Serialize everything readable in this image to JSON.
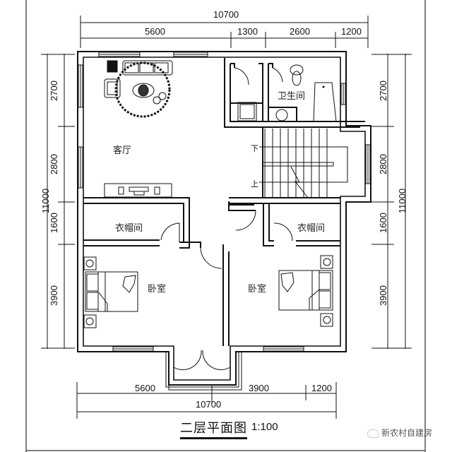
{
  "drawing": {
    "title": "二层平面图",
    "scale": "1:100",
    "watermark": "新农村自建房",
    "watermark_icon": "wechat-icon"
  },
  "dimensions": {
    "top_total": "10700",
    "top_segments": [
      "5600",
      "1300",
      "2600",
      "1200"
    ],
    "bottom_segments": [
      "5600",
      "3900",
      "1200"
    ],
    "bottom_total": "10700",
    "left_segments": [
      "2700",
      "2800",
      "1600",
      "3900"
    ],
    "left_total": "11000",
    "right_segments": [
      "2700",
      "2800",
      "1600",
      "3900"
    ],
    "right_total": "11000"
  },
  "rooms": {
    "living_room": "客厅",
    "bathroom": "卫生间",
    "closet_left": "衣帽间",
    "closet_right": "衣帽间",
    "bedroom_left": "卧室",
    "bedroom_right": "卧室"
  },
  "stairs": {
    "down": "下",
    "up": "上"
  },
  "colors": {
    "line": "#111111",
    "background": "#ffffff",
    "frame": "#555555"
  }
}
